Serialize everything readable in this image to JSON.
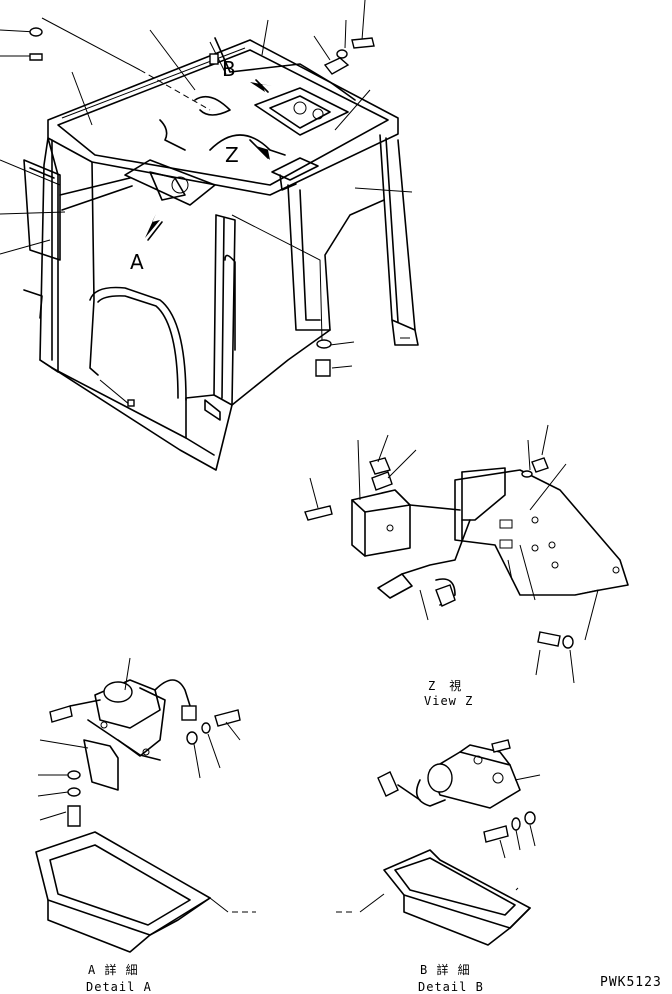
{
  "callouts": {
    "letter_b": "B",
    "letter_z": "Z",
    "letter_a": "A"
  },
  "captions": {
    "view_z_jp": "Z　視",
    "view_z_en": "View Z",
    "detail_a_jp": "A 詳 細",
    "detail_a_en": "Detail A",
    "detail_b_jp": "B 詳 細",
    "detail_b_en": "Detail B"
  },
  "drawing_code": "PWK5123"
}
